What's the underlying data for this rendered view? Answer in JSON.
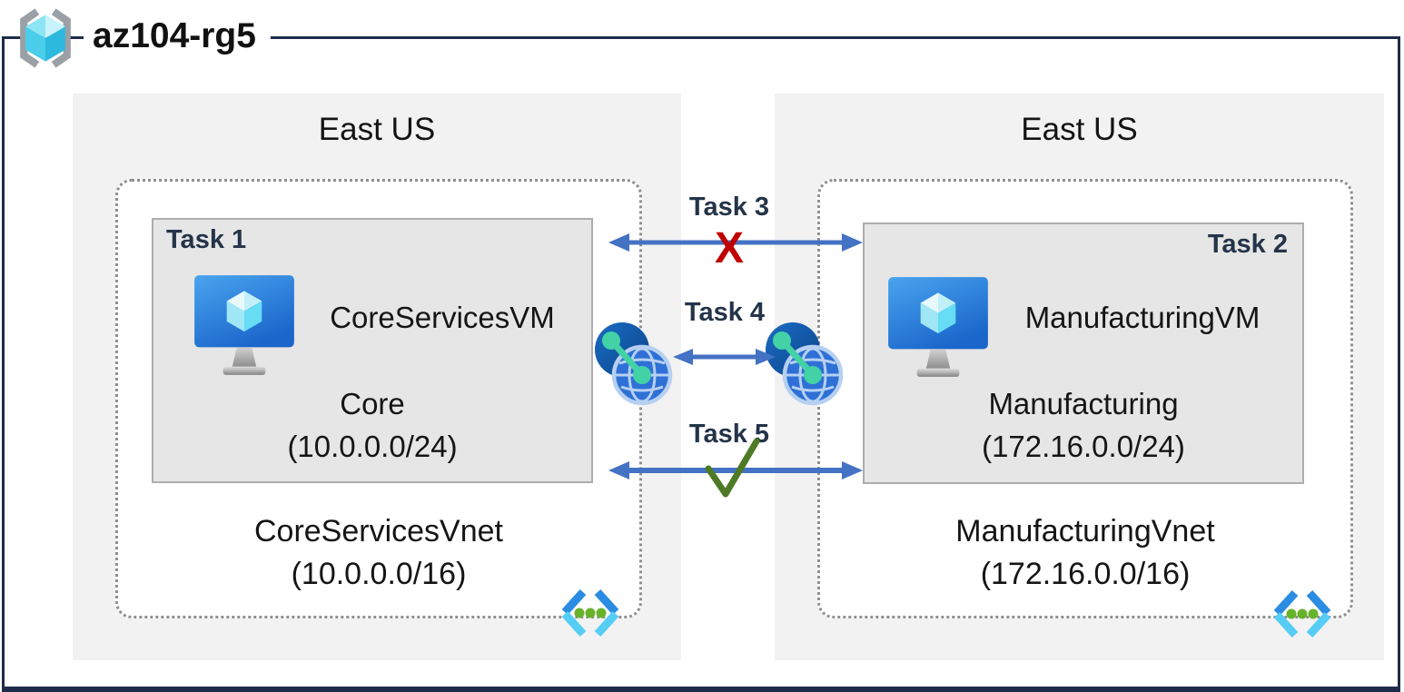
{
  "header": {
    "title": "az104-rg5",
    "icon": "resource-group-icon"
  },
  "regions": [
    {
      "name": "East US",
      "vnet": {
        "name": "CoreServicesVnet",
        "cidr": "(10.0.0.0/16)",
        "icon": "virtual-network-icon"
      },
      "subnet": {
        "task_label": "Task 1",
        "vm_name": "CoreServicesVM",
        "name": "Core",
        "cidr": "(10.0.0.0/24)",
        "icon": "virtual-machine-icon"
      }
    },
    {
      "name": "East US",
      "vnet": {
        "name": "ManufacturingVnet",
        "cidr": "(172.16.0.0/16)",
        "icon": "virtual-network-icon"
      },
      "subnet": {
        "task_label": "Task 2",
        "vm_name": "ManufacturingVM",
        "name": "Manufacturing",
        "cidr": "(172.16.0.0/24)",
        "icon": "virtual-machine-icon"
      }
    }
  ],
  "connections": [
    {
      "label": "Task 3",
      "type": "bidirectional-arrow",
      "marker": "X",
      "marker_color": "#c00000"
    },
    {
      "label": "Task 4",
      "type": "bidirectional-arrow",
      "between": "vnet-peering-icons"
    },
    {
      "label": "Task 5",
      "type": "bidirectional-arrow",
      "marker": "✓",
      "marker_color": "#4e7a26"
    }
  ],
  "colors": {
    "frame": "#1e2c49",
    "arrow": "#4472c4",
    "region_fill": "#f2f2f2",
    "subnet_fill": "#e6e6e6",
    "task_text": "#243449",
    "blocked_x": "#c00000",
    "check_green": "#4e7a26"
  }
}
